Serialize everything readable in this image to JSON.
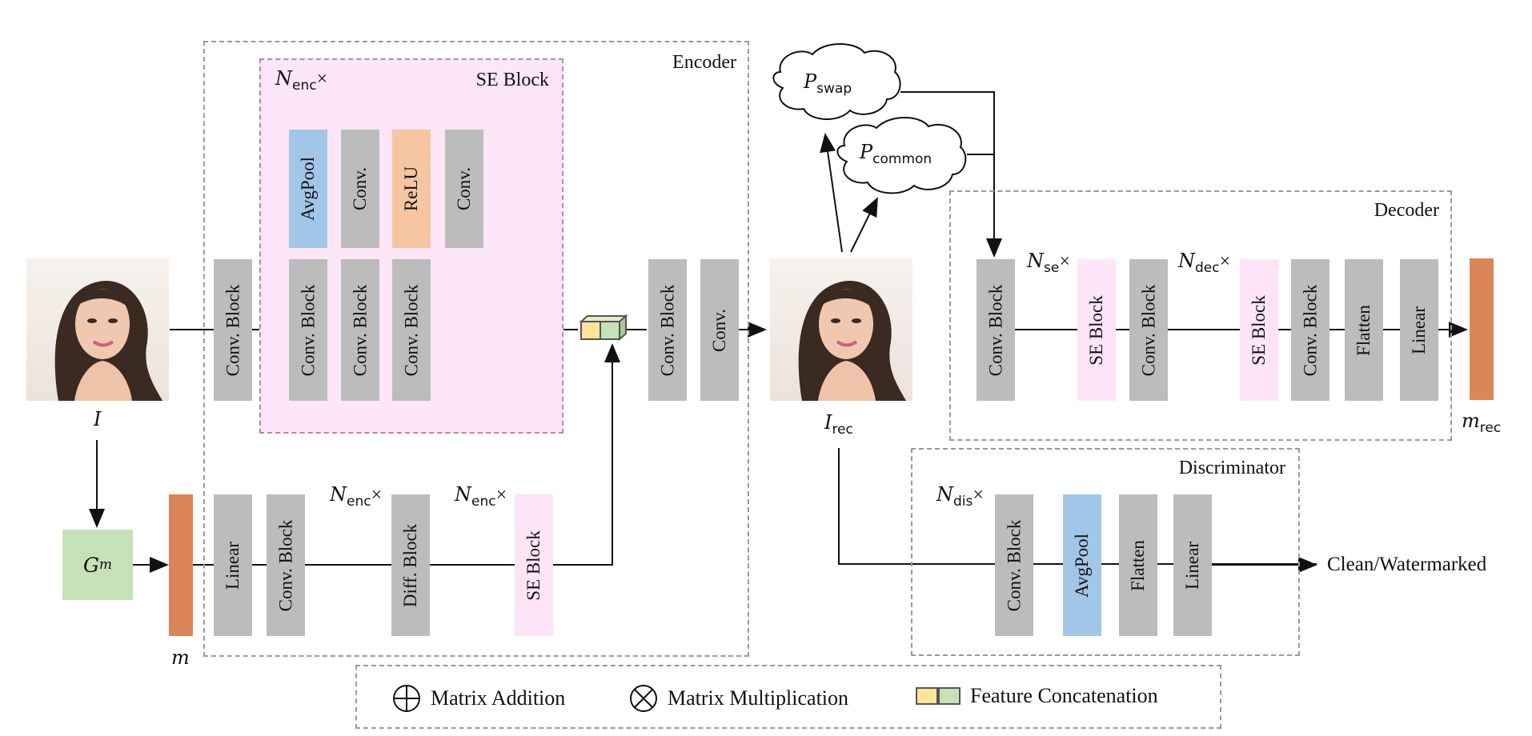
{
  "regions": {
    "encoder": "Encoder",
    "se_block": "SE Block",
    "decoder": "Decoder",
    "discriminator": "Discriminator"
  },
  "blocks": {
    "conv_block": "Conv. Block",
    "conv": "Conv.",
    "avgpool": "AvgPool",
    "relu": "ReLU",
    "linear": "Linear",
    "diff_block": "Diff. Block",
    "se_block": "SE Block",
    "flatten": "Flatten"
  },
  "math": {
    "N": "N",
    "enc": "enc",
    "se": "se",
    "dec": "dec",
    "dis": "dis",
    "times": "×",
    "I": "I",
    "rec": "rec",
    "m": "m",
    "G": "G",
    "P": "P",
    "swap": "swap",
    "common": "common"
  },
  "output_label": "Clean/Watermarked",
  "legend": {
    "addition": "Matrix Addition",
    "multiplication": "Matrix Multiplication",
    "concatenation": "Feature Concatenation"
  },
  "colors": {
    "conv_gray": "#bcbcbc",
    "se_pink": "#fde4f6",
    "avgpool_blue": "#a2c6e8",
    "relu_peach": "#f6c6a2",
    "watermark_vector": "#db855a",
    "generator_green": "#c5e2b6",
    "concat_yellow": "#fde49a",
    "concat_green": "#c6e2b6"
  }
}
